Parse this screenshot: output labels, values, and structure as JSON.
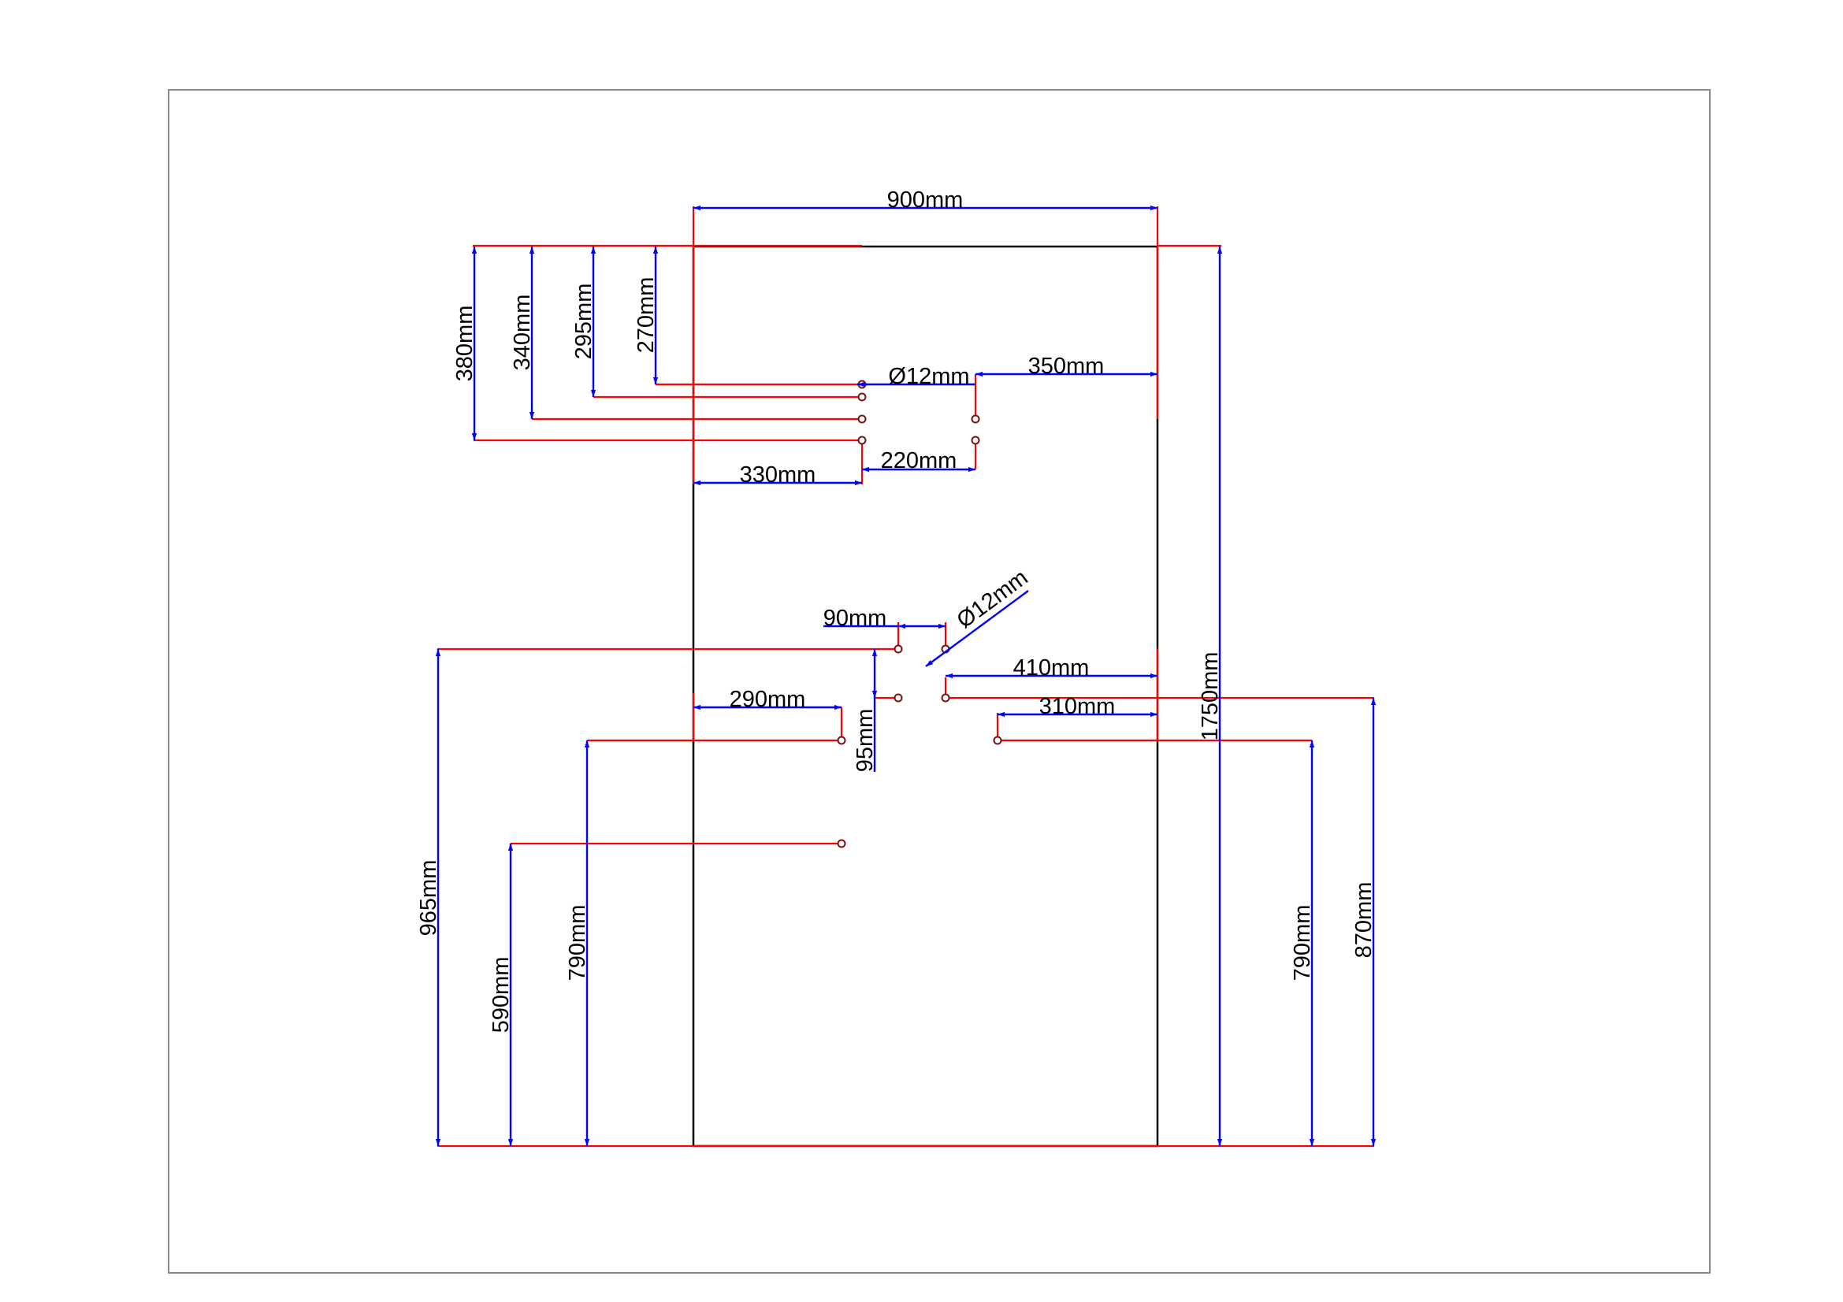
{
  "colors": {
    "panel": "#000000",
    "extension_line": "#ff0000",
    "dimension_line": "#0000ff",
    "frame": "#8a8a8a"
  },
  "dimensions": {
    "panel_width": "900mm",
    "panel_height": "1750mm",
    "top_hole_1": "270mm",
    "top_hole_2": "295mm",
    "top_hole_3": "340mm",
    "top_hole_4": "380mm",
    "top_hole_diameter": "Ø12mm",
    "top_right_offset": "350mm",
    "top_hole_spacing": "220mm",
    "top_left_offset": "330mm",
    "mid_spacing": "90mm",
    "mid_hole_diameter": "Ø12mm",
    "mid_right_offset": "410mm",
    "mid_left_offset": "290mm",
    "mid_lower_right_offset": "310mm",
    "mid_vertical_spacing": "95mm",
    "height_965": "965mm",
    "height_590": "590mm",
    "height_790_left": "790mm",
    "height_790_right": "790mm",
    "height_870": "870mm"
  }
}
